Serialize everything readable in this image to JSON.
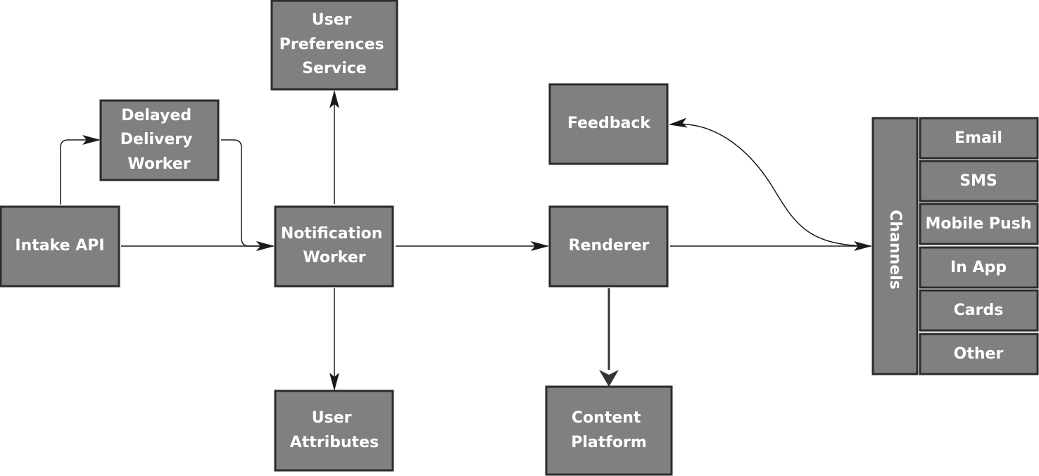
{
  "nodes": {
    "intake_api": {
      "lines": [
        "Intake API"
      ]
    },
    "delayed_delivery_worker": {
      "lines": [
        "Delayed",
        "Delivery",
        "Worker"
      ]
    },
    "user_preferences_service": {
      "lines": [
        "User",
        "Preferences",
        "Service"
      ]
    },
    "notification_worker": {
      "lines": [
        "Notification",
        "Worker"
      ]
    },
    "user_attributes": {
      "lines": [
        "User",
        "Attributes"
      ]
    },
    "feedback": {
      "lines": [
        "Feedback"
      ]
    },
    "renderer": {
      "lines": [
        "Renderer"
      ]
    },
    "content_platform": {
      "lines": [
        "Content",
        "Platform"
      ]
    },
    "channels": {
      "label": "Channels",
      "items": [
        "Email",
        "SMS",
        "Mobile Push",
        "In App",
        "Cards",
        "Other"
      ]
    }
  },
  "edges": [
    {
      "from": "intake_api",
      "to": "notification_worker"
    },
    {
      "from": "intake_api",
      "to": "delayed_delivery_worker"
    },
    {
      "from": "delayed_delivery_worker",
      "to": "notification_worker"
    },
    {
      "from": "notification_worker",
      "to": "user_preferences_service"
    },
    {
      "from": "notification_worker",
      "to": "user_attributes"
    },
    {
      "from": "notification_worker",
      "to": "renderer"
    },
    {
      "from": "renderer",
      "to": "content_platform"
    },
    {
      "from": "renderer",
      "to": "channels"
    },
    {
      "from": "channels",
      "to": "feedback"
    }
  ]
}
